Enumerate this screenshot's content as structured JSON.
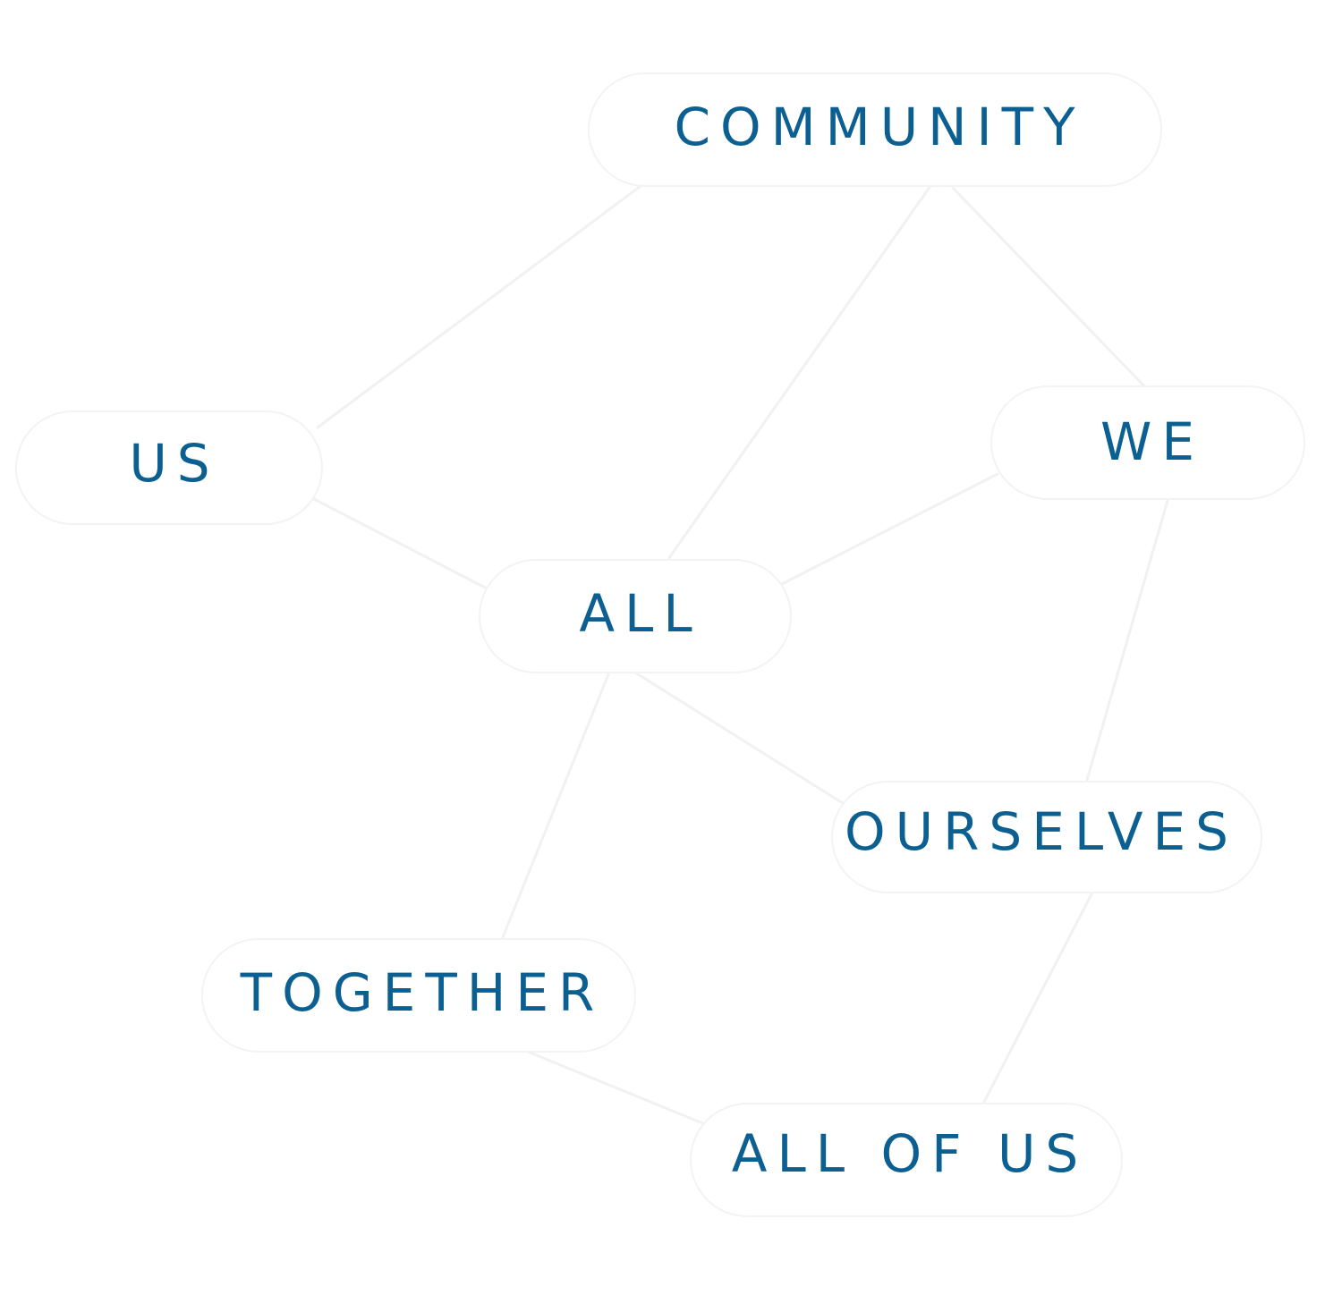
{
  "nodes": [
    {
      "id": "community",
      "label": "COMMUNITY"
    },
    {
      "id": "us",
      "label": "US"
    },
    {
      "id": "we",
      "label": "WE"
    },
    {
      "id": "all",
      "label": "ALL"
    },
    {
      "id": "ourselves",
      "label": "OURSELVES"
    },
    {
      "id": "together",
      "label": "TOGETHER"
    },
    {
      "id": "all-of-us",
      "label": "ALL OF US"
    }
  ],
  "edges": [
    [
      "community",
      "us"
    ],
    [
      "community",
      "all"
    ],
    [
      "community",
      "we"
    ],
    [
      "us",
      "all"
    ],
    [
      "we",
      "all"
    ],
    [
      "we",
      "ourselves"
    ],
    [
      "all",
      "ourselves"
    ],
    [
      "all",
      "together"
    ],
    [
      "ourselves",
      "all-of-us"
    ],
    [
      "together",
      "all-of-us"
    ]
  ],
  "colors": {
    "label": "#0b5f91",
    "edge": "#f1f1f1",
    "node_outline": "#f3f3f3"
  }
}
